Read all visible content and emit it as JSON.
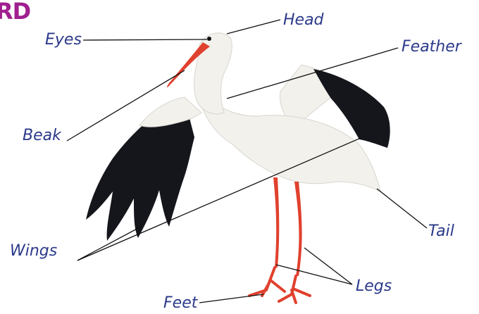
{
  "title": "RD",
  "colors": {
    "title": "#a0208f",
    "label": "#2b3a8a",
    "leader": "#111111",
    "wing_black": "#15161c",
    "body_white": "#f2f1ec",
    "beak_red": "#e0412e"
  },
  "labels": {
    "head": "Head",
    "eyes": "Eyes",
    "feather": "Feather",
    "beak": "Beak",
    "tail": "Tail",
    "wings": "Wings",
    "legs": "Legs",
    "feet": "Feet"
  }
}
